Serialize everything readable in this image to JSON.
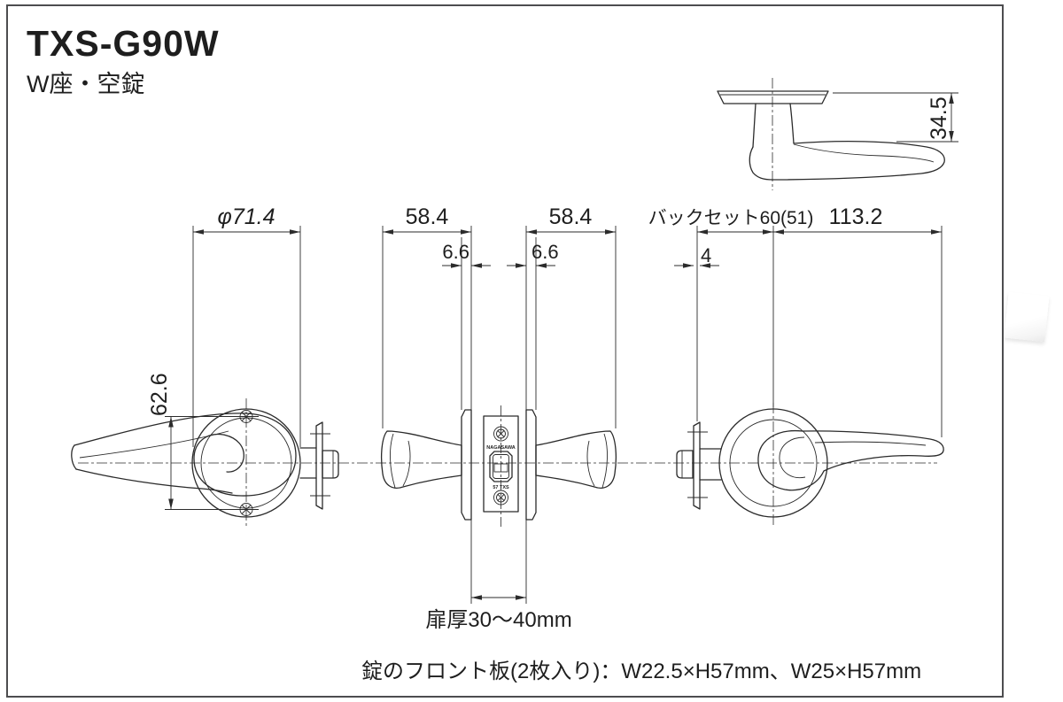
{
  "product": {
    "model": "TXS-G90W",
    "type_label": "W座・空錠"
  },
  "dimensions": {
    "rose_diameter": "φ71.4",
    "projection_left": "58.4",
    "projection_right": "58.4",
    "rose_thickness_left": "6.6",
    "rose_thickness_right": "6.6",
    "backset": "バックセット60(51)",
    "lever_length": "113.2",
    "plate_thickness": "4",
    "lever_height": "34.5",
    "screw_pitch": "62.6",
    "door_thickness": "扉厚30〜40mm"
  },
  "plate_markings": {
    "brand": "NAGASAWA",
    "model": "57 TXS"
  },
  "notes": {
    "front_plate": "錠のフロント板(2枚入り)：W22.5×H57mm、W25×H57mm"
  },
  "colors": {
    "line": "#2b2b2b",
    "frame": "#4d4d4f",
    "background": "#ffffff"
  }
}
